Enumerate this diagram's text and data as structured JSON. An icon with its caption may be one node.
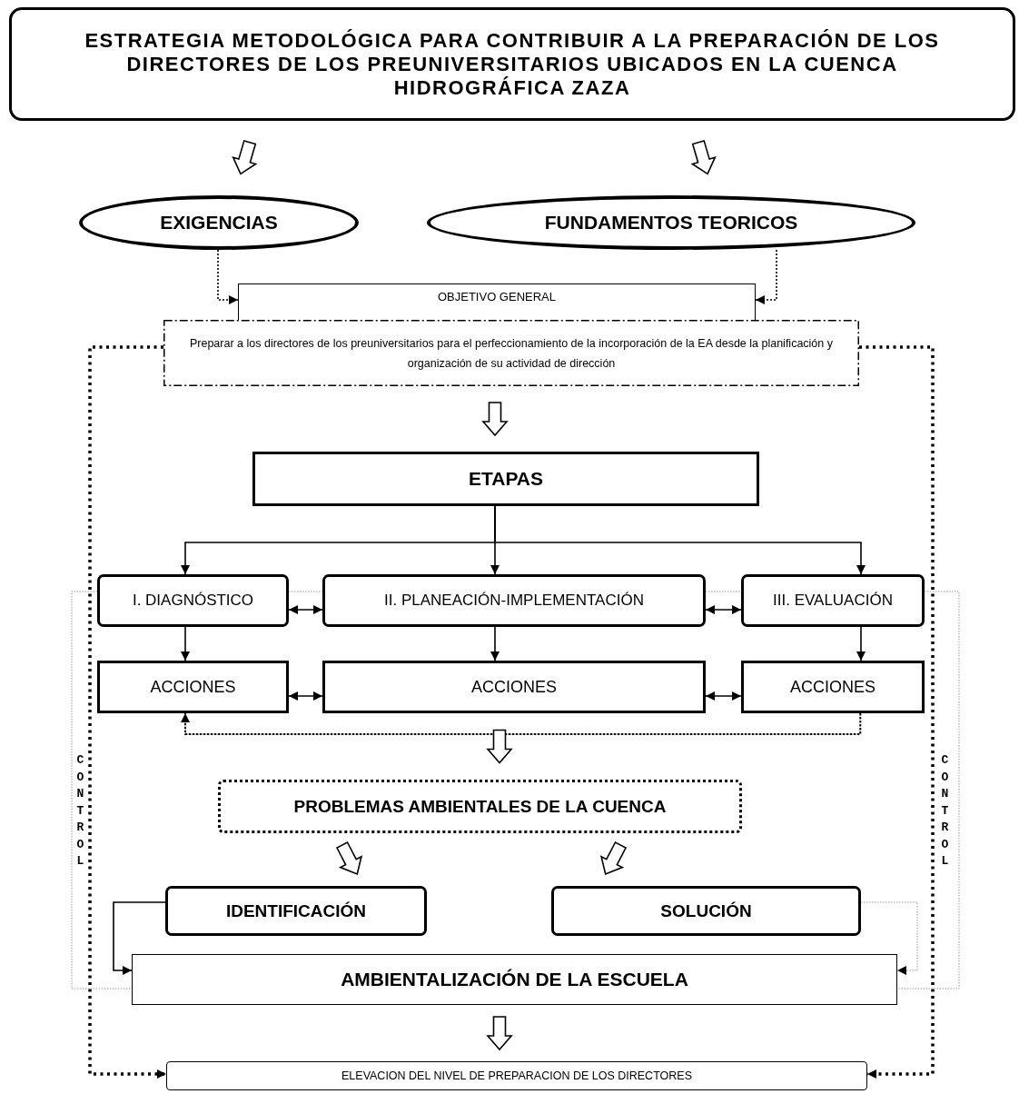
{
  "diagram": {
    "nodes": [
      {
        "text": [
          "ESTRATEGIA METODOLÓGICA PARA CONTRIBUIR A LA PREPARACIÓN DE LOS DIRECTORES DE LOS PREUNIVERSITARIOS UBICADOS EN LA CUENCA HIDROGRÁFICA ZAZA"
        ]
      },
      {
        "text": [
          "EXIGENCIAS"
        ]
      },
      {
        "text": [
          "FUNDAMENTOS TEORICOS"
        ]
      },
      {
        "text": [
          "OBJETIVO GENERAL"
        ]
      },
      {
        "text": [
          "Preparar a los directores de los preuniversitarios para el perfeccionamiento de la incorporación de la EA desde la planificación y organización de su actividad de dirección"
        ]
      },
      {
        "text": [
          "ETAPAS"
        ]
      },
      {
        "text": [
          "I. DIAGNÓSTICO"
        ]
      },
      {
        "text": [
          "II. PLANEACIÓN-IMPLEMENTACIÓN"
        ]
      },
      {
        "text": [
          "III. EVALUACIÓN"
        ]
      },
      {
        "text": [
          "ACCIONES"
        ]
      },
      {
        "text": [
          "ACCIONES"
        ]
      },
      {
        "text": [
          "ACCIONES"
        ]
      },
      {
        "text": [
          "PROBLEMAS AMBIENTALES DE LA CUENCA"
        ]
      },
      {
        "text": [
          "IDENTIFICACIÓN"
        ]
      },
      {
        "text": [
          "SOLUCIÓN"
        ]
      },
      {
        "text": [
          "AMBIENTALIZACIÓN DE LA ESCUELA"
        ]
      },
      {
        "text": [
          "ELEVACION DEL NIVEL DE PREPARACION DE LOS DIRECTORES"
        ]
      }
    ],
    "edges": [
      {
        "from": 0,
        "to": 1,
        "arrow": "to",
        "style": "thick"
      },
      {
        "from": 0,
        "to": 2,
        "arrow": "to",
        "style": "thick"
      },
      {
        "from": 1,
        "to": 3,
        "arrow": "to",
        "style": "dashed"
      },
      {
        "from": 2,
        "to": 3,
        "arrow": "to",
        "style": "dashed"
      },
      {
        "from": 4,
        "to": 5,
        "arrow": "to",
        "style": "thick"
      },
      {
        "from": 5,
        "to": 6,
        "arrow": "to"
      },
      {
        "from": 5,
        "to": 7,
        "arrow": "to"
      },
      {
        "from": 5,
        "to": 8,
        "arrow": "to"
      },
      {
        "from": 6,
        "to": 7,
        "arrow": "both"
      },
      {
        "from": 7,
        "to": 8,
        "arrow": "both"
      },
      {
        "from": 6,
        "to": 9,
        "arrow": "to"
      },
      {
        "from": 7,
        "to": 10,
        "arrow": "to"
      },
      {
        "from": 8,
        "to": 11,
        "arrow": "to"
      },
      {
        "from": 9,
        "to": 10,
        "arrow": "both"
      },
      {
        "from": 10,
        "to": 11,
        "arrow": "both"
      },
      {
        "from": 11,
        "to": 9,
        "arrow": "to",
        "style": "dashed"
      },
      {
        "from": 10,
        "to": 12,
        "arrow": "to",
        "style": "thick"
      },
      {
        "from": 12,
        "to": 13,
        "arrow": "to",
        "style": "thick"
      },
      {
        "from": 12,
        "to": 14,
        "arrow": "to",
        "style": "thick"
      },
      {
        "from": 13,
        "to": 15,
        "arrow": "to"
      },
      {
        "from": 14,
        "to": 15,
        "arrow": "to",
        "style": "dashed",
        "color": "#999999"
      },
      {
        "from": 15,
        "to": 16,
        "arrow": "to",
        "style": "thick"
      },
      {
        "from": 4,
        "to": 16,
        "arrow": "to",
        "style": "dashed"
      },
      {
        "from": 4,
        "to": 16,
        "arrow": "to",
        "style": "dashed"
      },
      {
        "from": 6,
        "to": 15,
        "arrow": "none",
        "style": "dashed",
        "color": "#999999"
      },
      {
        "from": 8,
        "to": 15,
        "arrow": "none",
        "style": "dashed",
        "color": "#999999"
      },
      {
        "from": 6,
        "to": 7,
        "arrow": "none",
        "style": "dashed",
        "color": "#999999"
      },
      {
        "from": 7,
        "to": 8,
        "arrow": "none",
        "style": "dashed",
        "color": "#999999"
      }
    ],
    "labels": [
      "CONTROL",
      "CONTROL"
    ]
  }
}
